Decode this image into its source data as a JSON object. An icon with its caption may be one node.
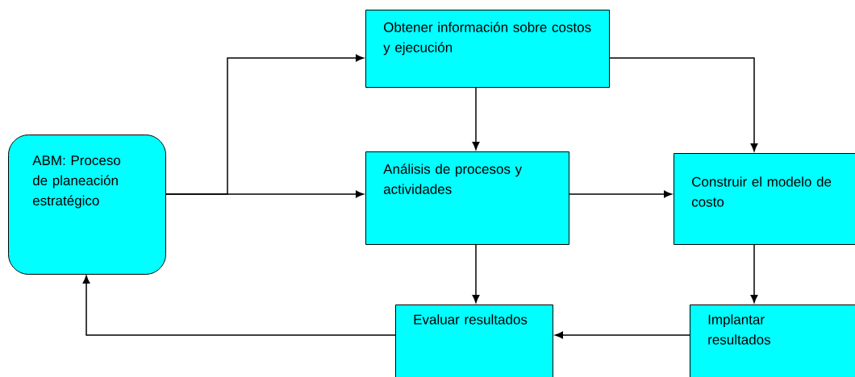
{
  "diagram": {
    "nodes": [
      {
        "text": [
          "ABM: Proceso de planeación estratégico"
        ]
      },
      {
        "text": [
          "Obtener información sobre costos y ejecución"
        ]
      },
      {
        "text": [
          "Análisis de  procesos y actividades"
        ]
      },
      {
        "text": [
          "Construir el modelo de costo"
        ]
      },
      {
        "text": [
          "Evaluar resultados"
        ]
      },
      {
        "text": [
          "Implantar resultados"
        ]
      }
    ],
    "edges": [
      {
        "from": 0,
        "to": 1,
        "arrow": "to"
      },
      {
        "from": 0,
        "to": 2,
        "arrow": "to"
      },
      {
        "from": 1,
        "to": 2,
        "arrow": "to"
      },
      {
        "from": 1,
        "to": 3,
        "arrow": "to"
      },
      {
        "from": 2,
        "to": 3,
        "arrow": "to"
      },
      {
        "from": 2,
        "to": 4,
        "arrow": "to"
      },
      {
        "from": 3,
        "to": 5,
        "arrow": "to"
      },
      {
        "from": 5,
        "to": 4,
        "arrow": "to"
      },
      {
        "from": 4,
        "to": 0,
        "arrow": "to"
      }
    ]
  }
}
